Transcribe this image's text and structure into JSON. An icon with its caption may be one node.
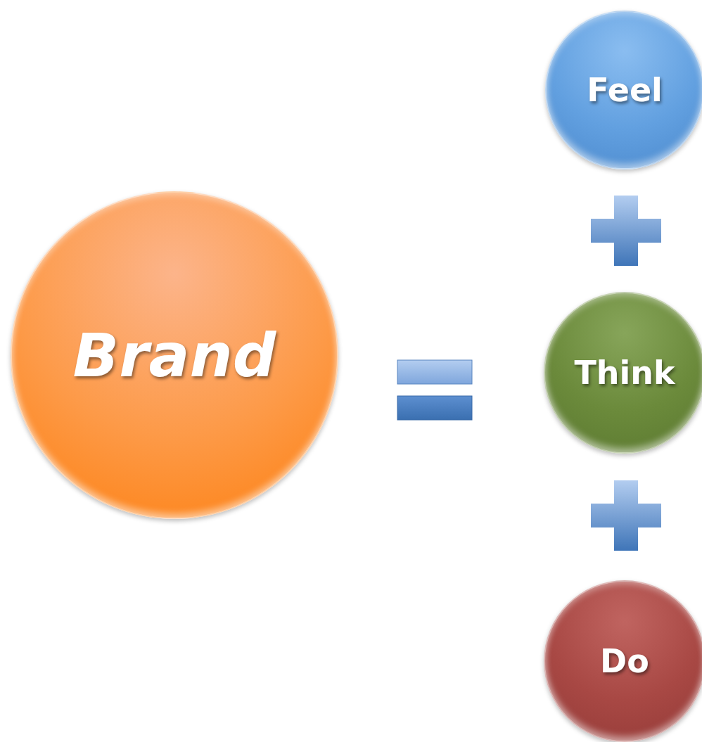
{
  "diagram": {
    "nodes": [
      {
        "text": [
          "Brand"
        ]
      },
      {
        "text": [
          "Feel"
        ]
      },
      {
        "text": [
          "Think"
        ]
      },
      {
        "text": [
          "Do"
        ]
      }
    ]
  }
}
